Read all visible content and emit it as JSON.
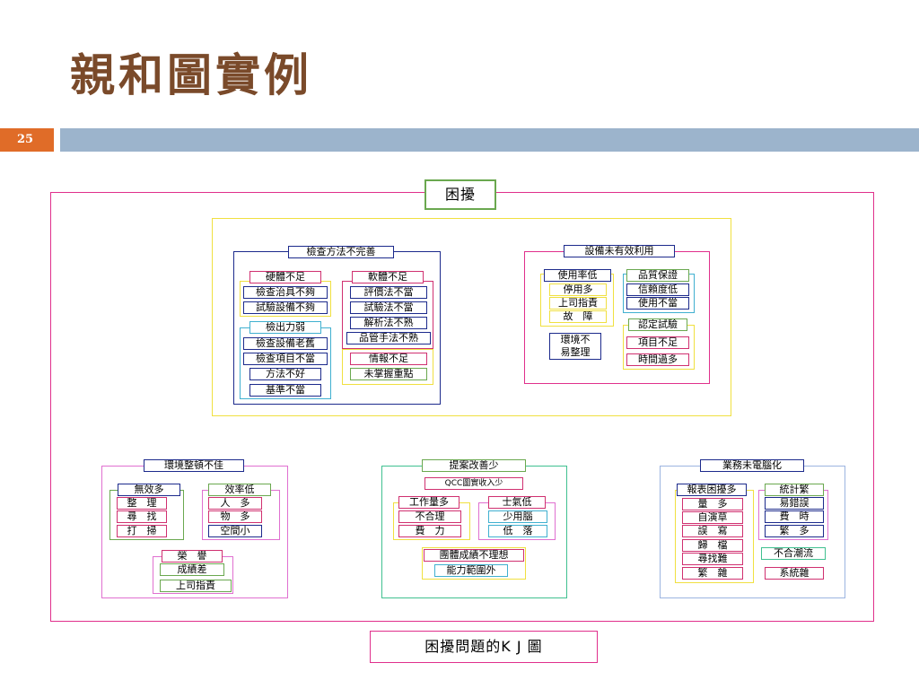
{
  "slide": {
    "title": "親和圖實例",
    "page_number": "25"
  },
  "diagram": {
    "root_label": "困擾",
    "caption": "困擾問題的K J 圖",
    "group_a": {
      "label": "檢查方法不完善",
      "hardware": {
        "label": "硬體不足",
        "items": [
          "檢查治具不夠",
          "試驗設備不夠"
        ]
      },
      "software": {
        "label": "軟體不足",
        "items": [
          "評價法不當",
          "試驗法不當",
          "解析法不熟",
          "品管手法不熟"
        ]
      },
      "capability": {
        "label": "檢出力弱",
        "items": [
          "檢查設備老舊",
          "檢查項目不當",
          "方法不好",
          "基準不當"
        ]
      },
      "info": {
        "items": [
          "情報不足",
          "未掌握重點"
        ]
      }
    },
    "group_b": {
      "label": "設備未有效利用",
      "usage": {
        "label": "使用率低",
        "items": [
          "停用多",
          "上司指責",
          "故　障"
        ]
      },
      "quality": {
        "label": "品質保證",
        "items": [
          "信賴度低",
          "使用不當"
        ]
      },
      "certification": {
        "label": "認定試驗",
        "items": [
          "項目不足",
          "時間過多"
        ]
      },
      "environment": {
        "text_1": "環境不",
        "text_2": "易整理"
      }
    },
    "group_c": {
      "label": "環境整頓不佳",
      "low_efficiency": {
        "label": "無效多",
        "items": [
          "整　理",
          "尋　找",
          "打　掃"
        ]
      },
      "rate": {
        "label": "效率低",
        "items": [
          "人　多",
          "物　多",
          "空間小"
        ]
      },
      "honor": {
        "label": "榮　譽",
        "items": [
          "成績差",
          "上司指責"
        ]
      }
    },
    "group_d": {
      "label": "提案改善少",
      "qcc": "QCC圖實收入少",
      "workload": {
        "label": "工作量多",
        "items": [
          "不合理",
          "費　力"
        ]
      },
      "morale": {
        "label": "士氣低",
        "items": [
          "少用腦",
          "低　落"
        ]
      },
      "group_result": "團體成績不理想",
      "ability": "能力範圍外"
    },
    "group_e": {
      "label": "業務未電腦化",
      "reports": {
        "label": "報表困擾多",
        "items": [
          "量　多",
          "自演草",
          "誤　寫",
          "歸　檔",
          "尋找難",
          "繁　雜"
        ]
      },
      "stats": {
        "label": "統計繁",
        "items": [
          "易錯誤",
          "費　時",
          "繁　多"
        ]
      },
      "extra": [
        "不合潮流",
        "系統雜"
      ]
    }
  }
}
